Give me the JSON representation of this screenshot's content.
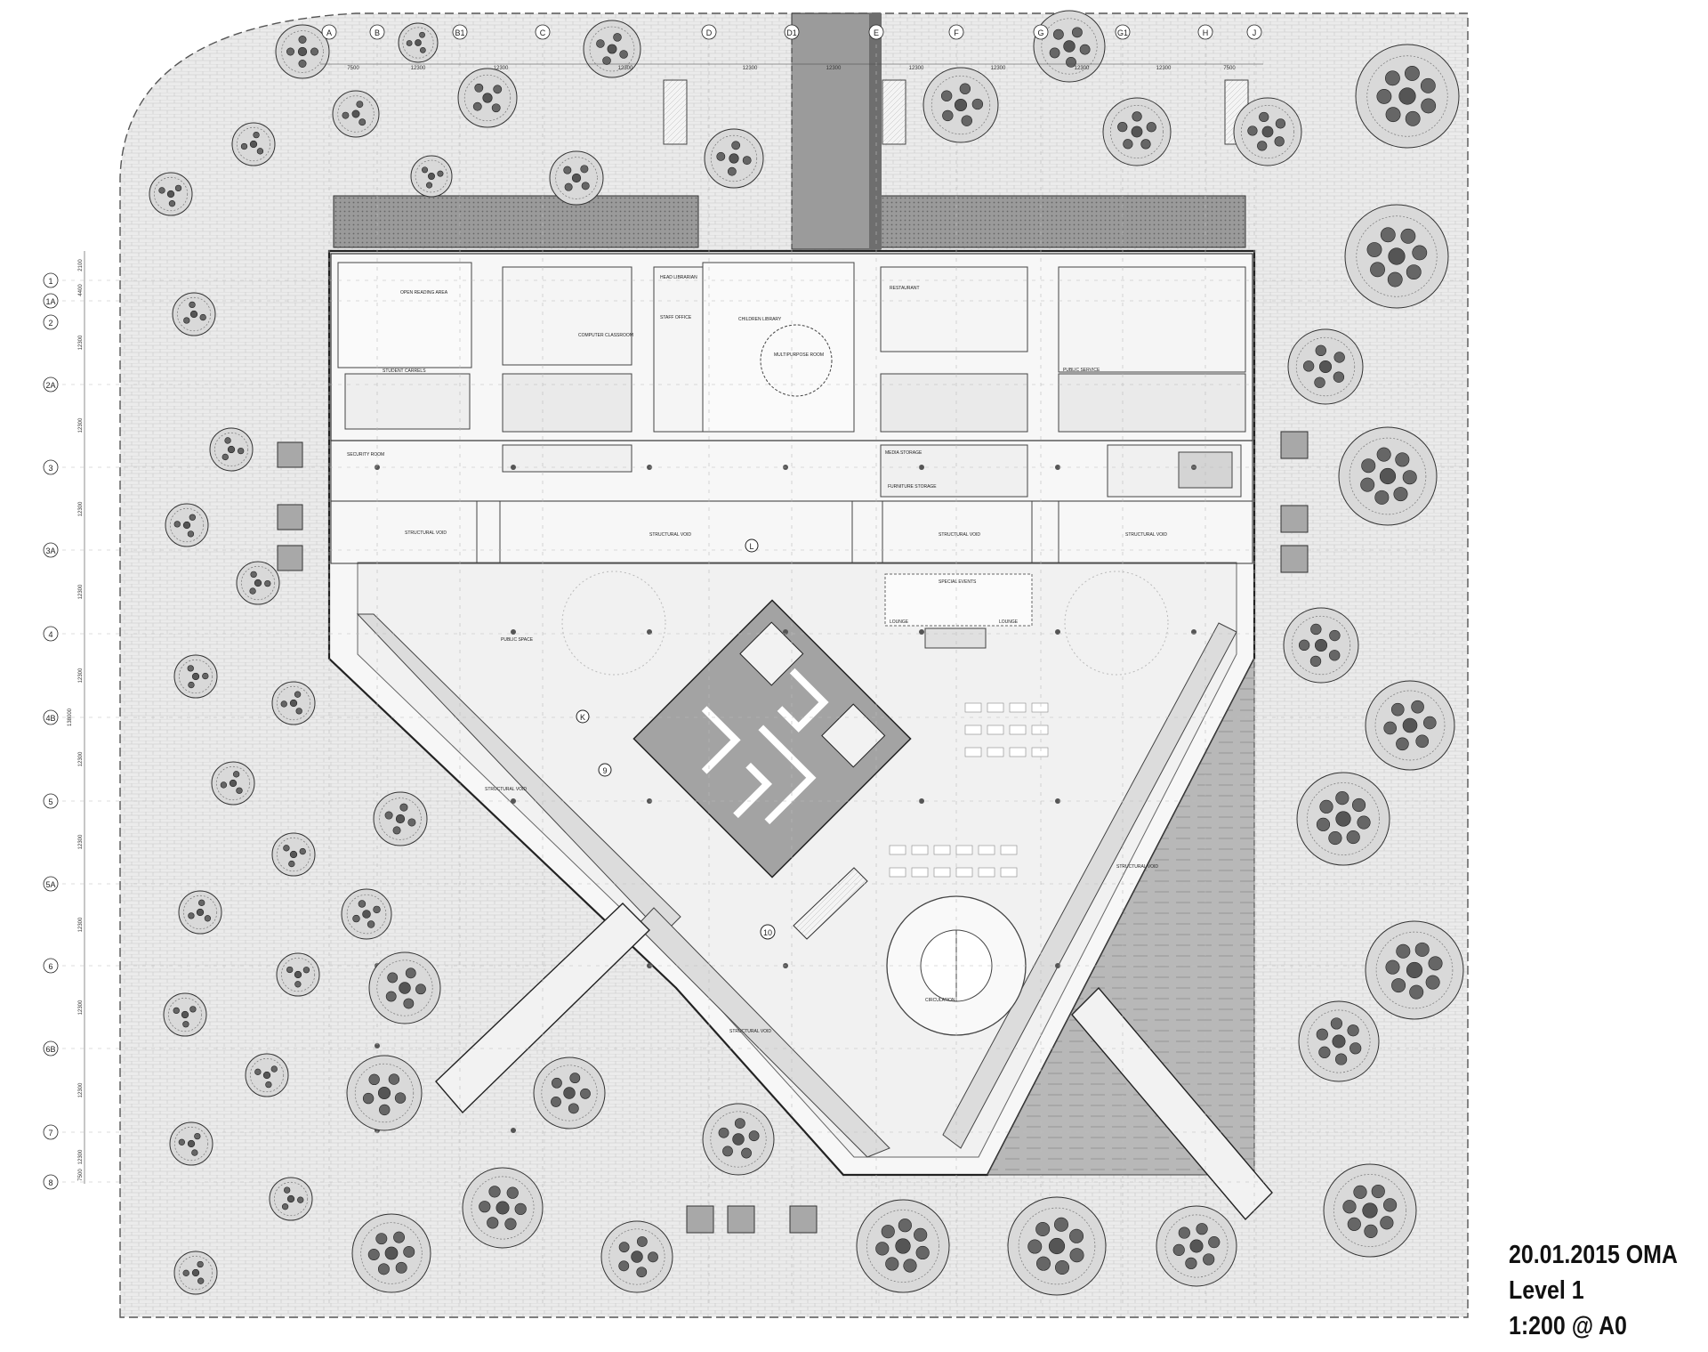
{
  "title_block": {
    "line1": "20.01.2015 OMA",
    "line2": "Level 1",
    "line3": "1:200 @ A0"
  },
  "grid_columns": [
    "A",
    "B",
    "B1",
    "C",
    "D",
    "D1",
    "E",
    "F",
    "G",
    "G1",
    "H",
    "J"
  ],
  "grid_rows": [
    "1",
    "1A",
    "2",
    "2A",
    "3",
    "3A",
    "4",
    "4B",
    "5",
    "5A",
    "6",
    "6B",
    "7",
    "8"
  ],
  "top_dimensions": [
    "7500",
    "12300",
    "12300",
    "12300",
    "12300",
    "12300",
    "12300",
    "12300",
    "12300",
    "12300",
    "7500"
  ],
  "side_dimensions": [
    "2100",
    "4400",
    "12300",
    "12300",
    "12300",
    "12300",
    "12300",
    "12300",
    "12300",
    "12300",
    "12300",
    "12300",
    "12300",
    "7500"
  ],
  "overall_dimension": "138000",
  "section_markers": [
    "K",
    "9",
    "10",
    "L"
  ],
  "room_labels": {
    "open_reading": "OPEN READING AREA",
    "student_carrels": "STUDENT CARRELS",
    "computer_classroom": "COMPUTER CLASSROOM",
    "children_library": "CHILDREN LIBRARY",
    "head_librarian": "HEAD LIBRARIAN",
    "staff_office": "STAFF OFFICE",
    "multipurpose": "MULTIPURPOSE ROOM",
    "restaurant": "RESTAURANT",
    "public_service": "PUBLIC SERVICE",
    "security_room": "SECURITY ROOM",
    "media_storage": "MEDIA STORAGE",
    "furniture_storage": "FURNITURE STORAGE",
    "structural_void": "STRUCTURAL VOID",
    "public_space": "PUBLIC SPACE",
    "special_events": "SPECIAL EVENTS",
    "lounge": "LOUNGE",
    "circulation": "CIRCULATION"
  },
  "colors": {
    "paving": "#e8e8e8",
    "dark_fill": "#a9a9a9",
    "mid_fill": "#c4c4c4",
    "line": "#333333"
  }
}
